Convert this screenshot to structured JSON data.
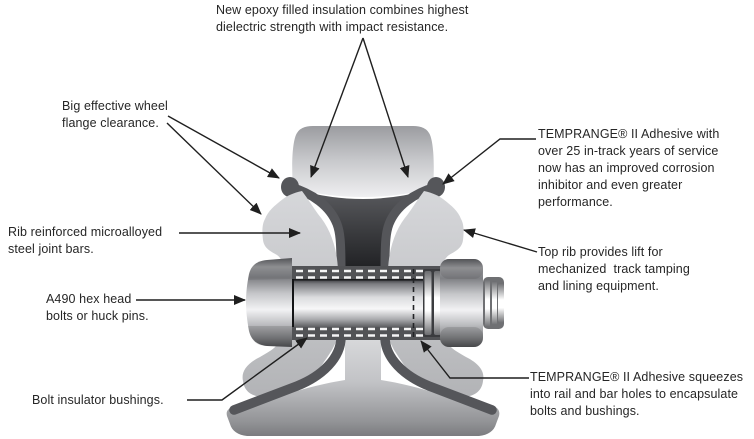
{
  "title": "Insulated rail joint cutaway diagram",
  "colors": {
    "background": "#ffffff",
    "steel_light": "#c6c7ca",
    "epoxy_dark": "#55565a",
    "leader_line": "#1f1f1f",
    "text": "#262626"
  },
  "labels": {
    "epoxy_insulation": {
      "lines": [
        "New epoxy filled insulation combines highest",
        "dielectric strength with impact resistance."
      ]
    },
    "wheel_flange": {
      "lines": [
        "Big effective wheel",
        "flange clearance."
      ]
    },
    "joint_bars": {
      "lines": [
        "Rib reinforced microalloyed",
        "steel joint bars."
      ]
    },
    "bolts": {
      "lines": [
        "A490 hex head",
        "bolts or huck pins."
      ]
    },
    "bushings": {
      "lines": [
        "Bolt insulator bushings."
      ]
    },
    "adhesive_service": {
      "lines": [
        "TEMPRANGE® II Adhesive with",
        "over 25 in-track years of service",
        "now has an improved corrosion",
        "inhibitor and even greater",
        "performance."
      ]
    },
    "top_rib": {
      "lines": [
        "Top rib provides lift for",
        "mechanized  track tamping",
        "and lining equipment."
      ]
    },
    "adhesive_squeezes": {
      "lines": [
        "TEMPRANGE® II Adhesive squeezes",
        "into rail and bar holes to encapsulate",
        "bolts and bushings."
      ]
    }
  }
}
